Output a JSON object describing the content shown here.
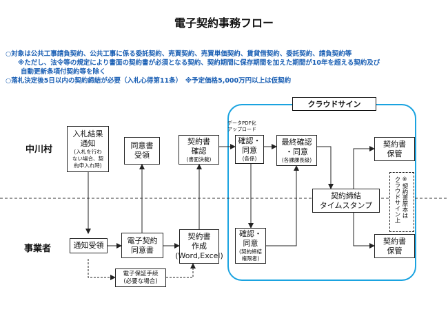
{
  "title": "電子契約事務フロー",
  "notes": {
    "line1": "○対象は公共工事請負契約、公共工事に係る委託契約、売買契約、売買単価契約、賃貸借契約、委託契約、請負契約等",
    "line2": "※ただし、法令等の規定により書面の契約書が必須となる契約、契約期間に保存期間を加えた期間が10年を超える契約及び",
    "line3": "自動更新条項付契約等を除く",
    "line4": "○落札決定後5日以内の契約締結が必要（入札心得第11条）　※予定価格5,000万円以上は仮契約"
  },
  "cloud": {
    "label": "クラウドサイン",
    "upload_note": "データPDF化\nアップロード"
  },
  "parties": {
    "top": "中川村",
    "bottom": "事業者"
  },
  "boxes": {
    "nyusatsu": {
      "main": "入札結果\n通知",
      "sub": "(入札を行わ\nない場合、契\n約申入れ時)"
    },
    "doisho_juryo": {
      "main": "同意書\n受領"
    },
    "keiyaku_kakunin": {
      "main": "契約書\n確認",
      "sub": "(書面決裁)"
    },
    "kakunin_doi_top": {
      "main": "確認・\n同意",
      "sub": "(各係)"
    },
    "saishu": {
      "main": "最終確認\n・同意",
      "sub": "(各課課長級)"
    },
    "hokan_top": {
      "main": "契約書\n保管"
    },
    "teiketsu": {
      "main": "契約締結\nタイムスタンプ"
    },
    "tsuchi_juju": {
      "main": "通知受領"
    },
    "denshi_doisho": {
      "main": "電子契約\n同意書"
    },
    "sakusei": {
      "main": "契約書\n作成\n(Word,Excel)"
    },
    "hosho": {
      "main": "電子保証手続\n(必要な場合)"
    },
    "kakunin_doi_bottom": {
      "main": "確認・\n同意",
      "sub": "(契約締結\n権限者)"
    },
    "hokan_bottom": {
      "main": "契約書\n保管"
    }
  },
  "side_note": "※契約書原本は\nクラウドサイン上"
}
